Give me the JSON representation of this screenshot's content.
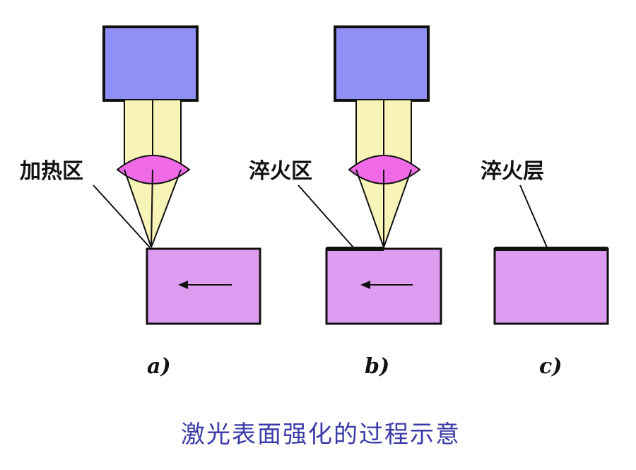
{
  "labels": {
    "heating_zone": "加热区",
    "quenching_zone": "淬火区",
    "quenched_layer": "淬火层"
  },
  "panels": {
    "a": "a)",
    "b": "b)",
    "c": "c)"
  },
  "caption": "激光表面强化的过程示意",
  "colors": {
    "laser_head": "#8f8ff6",
    "beam": "#f8f4b8",
    "lens": "#f06ae8",
    "workpiece": "#dd9cf0",
    "outline": "#111111",
    "caption": "#3a3aa8"
  }
}
